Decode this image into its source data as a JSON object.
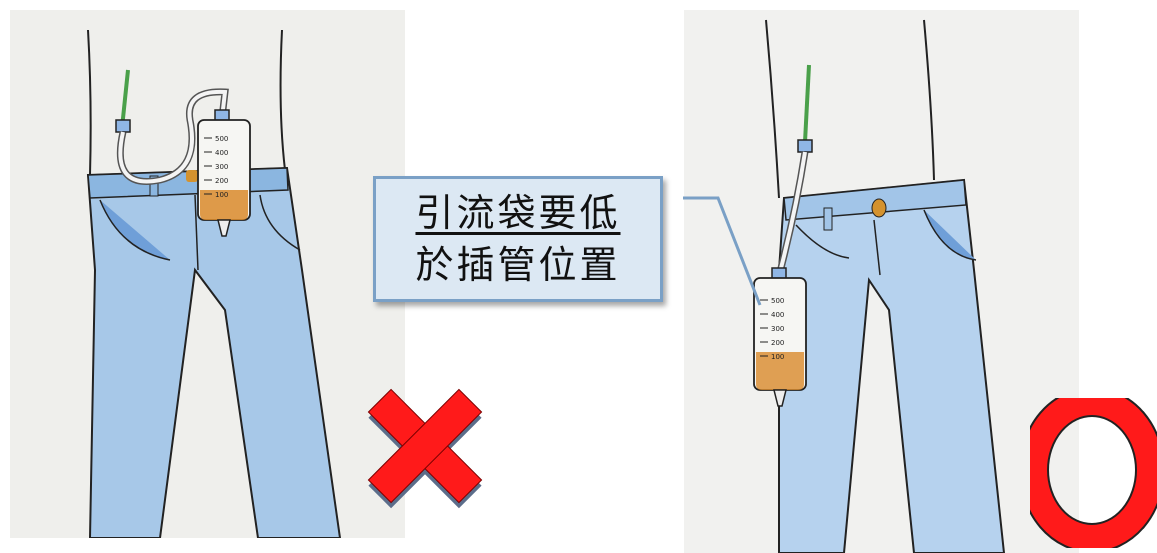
{
  "callout": {
    "line1": "引流袋要低",
    "line2": "於插管位置"
  },
  "bag_scale": [
    "500",
    "400",
    "300",
    "200",
    "100"
  ],
  "marks": {
    "wrong": "✕",
    "correct": "○"
  },
  "colors": {
    "jeans": "#9cc3e6",
    "jeans_dark": "#5b8fd0",
    "callout_bg": "#dce8f3",
    "callout_border": "#7aa0c6",
    "cross": "#ff1a1a",
    "circle": "#ff1a1a",
    "tube": "#4aa04a",
    "urine": "#d98a2a"
  }
}
